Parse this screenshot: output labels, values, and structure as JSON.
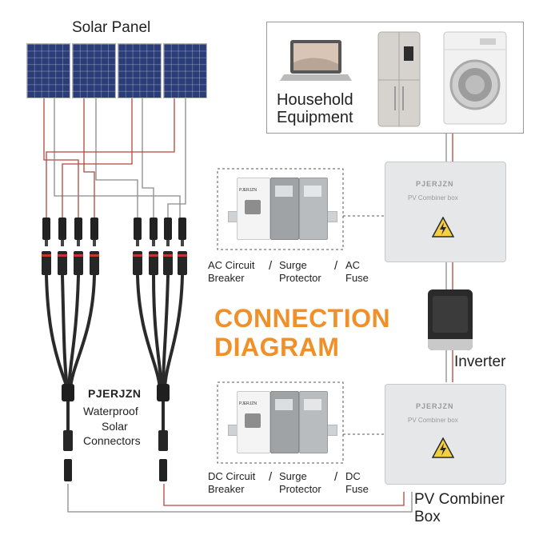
{
  "solar_panel": {
    "label": "Solar Panel",
    "count": 4
  },
  "household": {
    "label_line1": "Household",
    "label_line2": "Equipment",
    "items": [
      "laptop-icon",
      "refrigerator-icon",
      "washing-machine-icon"
    ]
  },
  "combiner_top": {
    "brand": "PJERJZN",
    "caption": "PV Combiner box"
  },
  "combiner_bottom": {
    "brand": "PJERJZN",
    "caption": "PV Combiner box"
  },
  "ac_parts": [
    {
      "line1": "AC Circuit",
      "line2": "Breaker"
    },
    {
      "line1": "Surge",
      "line2": "Protector"
    },
    {
      "line1": "AC",
      "line2": "Fuse"
    }
  ],
  "dc_parts": [
    {
      "line1": "DC Circuit",
      "line2": "Breaker"
    },
    {
      "line1": "Surge",
      "line2": "Protector"
    },
    {
      "line1": "DC",
      "line2": "Fuse"
    }
  ],
  "title": {
    "line1": "CONNECTION",
    "line2": "DIAGRAM"
  },
  "inverter": {
    "label": "Inverter"
  },
  "connectors": {
    "brand": "PJERJZN",
    "line1": "Waterproof",
    "line2": "Solar",
    "line3": "Connectors"
  },
  "pv_box": {
    "line1": "PV Combiner",
    "line2": "Box"
  },
  "breaker_brand": "PJERJZN",
  "colors": {
    "title": "#f0902a",
    "wire_red": "#b5463f",
    "wire_gray": "#8a8a8a",
    "panel": "#2b3d78",
    "box": "#e6e7e8"
  }
}
